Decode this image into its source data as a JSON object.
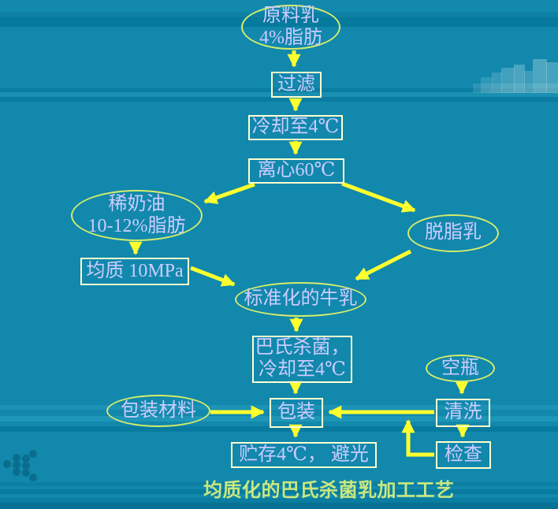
{
  "slide": {
    "title": "均质化的巴氏杀菌乳加工工艺",
    "colors": {
      "background": "#1188ac",
      "stripe_dark": "#067a9d",
      "bottom_band": "#077295",
      "node_text": "#ccccff",
      "box_border": "#ffffcf",
      "ellipse_border": "#d5ec6b",
      "arrow": "#ffff2e",
      "title_text": "#c9e87f"
    },
    "decorations": [
      "city-skyline-watermark-top-right",
      "dot-arrow-motif-bottom-left"
    ]
  },
  "diagram": {
    "nodes": {
      "raw_milk": {
        "shape": "ellipse",
        "label": "原料乳\n4%脂肪"
      },
      "filter": {
        "shape": "box",
        "label": "过滤"
      },
      "cool": {
        "shape": "box",
        "label": "冷却至4℃"
      },
      "centrifuge": {
        "shape": "box",
        "label": "离心60℃"
      },
      "cream": {
        "shape": "ellipse",
        "label": "稀奶油\n10-12%脂肪"
      },
      "homogenize": {
        "shape": "box",
        "label": "均质 10MPa"
      },
      "skim_milk": {
        "shape": "ellipse",
        "label": "脱脂乳"
      },
      "standardized_milk": {
        "shape": "ellipse",
        "label": "标准化的牛乳"
      },
      "pasteurize": {
        "shape": "box",
        "label": "巴氏杀菌，\n冷却至4℃"
      },
      "packaging_material": {
        "shape": "ellipse",
        "label": "包装材料"
      },
      "packaging": {
        "shape": "box",
        "label": "包装"
      },
      "empty_bottle": {
        "shape": "ellipse",
        "label": "空瓶"
      },
      "cleaning": {
        "shape": "box",
        "label": "清洗"
      },
      "inspection": {
        "shape": "box",
        "label": "检查"
      },
      "storage": {
        "shape": "box",
        "label": "贮存4℃， 避光"
      }
    },
    "edges": [
      {
        "from": "raw_milk",
        "to": "filter"
      },
      {
        "from": "filter",
        "to": "cool"
      },
      {
        "from": "cool",
        "to": "centrifuge"
      },
      {
        "from": "centrifuge",
        "to": "cream"
      },
      {
        "from": "centrifuge",
        "to": "skim_milk"
      },
      {
        "from": "cream",
        "to": "homogenize"
      },
      {
        "from": "homogenize",
        "to": "standardized_milk"
      },
      {
        "from": "skim_milk",
        "to": "standardized_milk"
      },
      {
        "from": "standardized_milk",
        "to": "pasteurize"
      },
      {
        "from": "pasteurize",
        "to": "packaging"
      },
      {
        "from": "packaging_material",
        "to": "packaging"
      },
      {
        "from": "empty_bottle",
        "to": "cleaning"
      },
      {
        "from": "cleaning",
        "to": "packaging"
      },
      {
        "from": "cleaning",
        "to": "inspection"
      },
      {
        "from": "inspection",
        "to": "packaging",
        "note": "feedback loop rejoining cleaning-to-packaging line"
      },
      {
        "from": "packaging",
        "to": "storage"
      }
    ]
  }
}
